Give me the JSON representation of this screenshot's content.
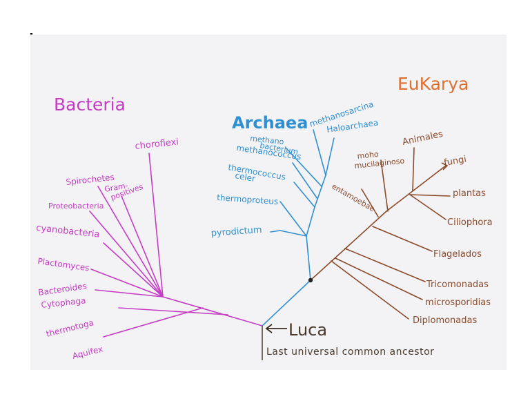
{
  "colors": {
    "bacteria": "#c53bc4",
    "archaea": "#2f8fd0",
    "eukarya": "#8a4a2a",
    "eukarya_title": "#e07030",
    "luca": "#5a4632",
    "paper": "#f3f3f5"
  },
  "domains": {
    "bacteria": "Bacteria",
    "archaea": "Archaea",
    "eukarya": "EuKarya"
  },
  "luca": {
    "name": "Luca",
    "full": "Last universal common ancestor"
  },
  "bacteria_labels": {
    "choroflexi": "choroflexi",
    "spirochetes": "Spirochetes",
    "gram_1": "Gram-",
    "gram_2": "positives",
    "proteobacteria": "Proteobacteria",
    "cyanobacteria": "cyanobacteria",
    "planctomyces": "Plactomyces",
    "bacteroides": "Bacteroides",
    "cytophaga": "Cytophaga",
    "thermotoga": "thermotoga",
    "aquifex": "Aquifex"
  },
  "archaea_labels": {
    "methanosarcina": "methanosarcina",
    "haloarchaea": "Haloarchaea",
    "methanobacterium_1": "methano",
    "methanobacterium_2": "bacterium",
    "methanococcus": "methanococcus",
    "thermococcus_1": "thermococcus",
    "thermococcus_2": "celer",
    "thermoproteus": "thermoproteus",
    "pyrodictum": "pyrodictum"
  },
  "eukarya_labels": {
    "animales": "Animales",
    "fungi": "fungi",
    "moho_1": "moho",
    "moho_2": "mucilaginoso",
    "entamoebae": "entamoebae",
    "plantas": "plantas",
    "ciliophora": "Ciliophora",
    "flagelados": "Flagelados",
    "tricomonadas": "Tricomonadas",
    "microsporidias": "microsporidias",
    "diplomonadas": "Diplomonadas"
  }
}
